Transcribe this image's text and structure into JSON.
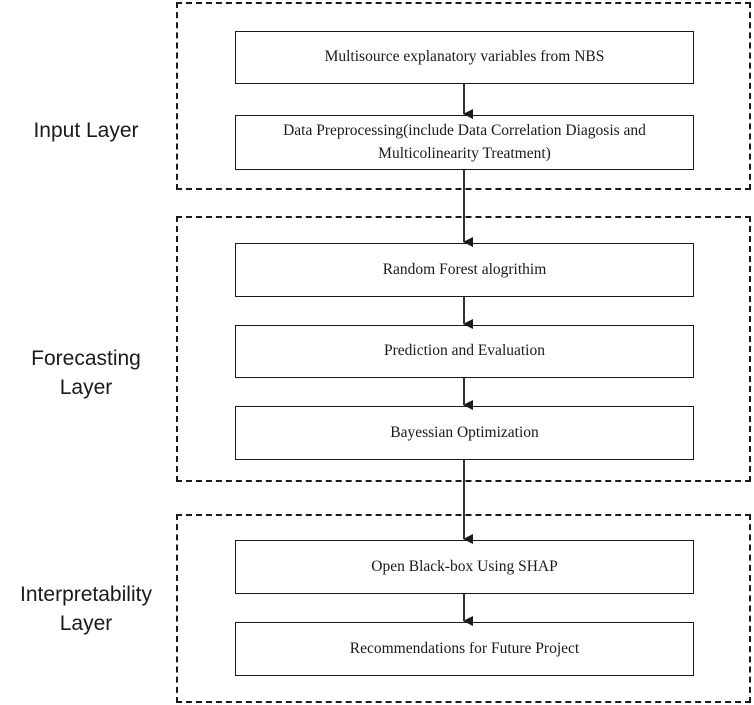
{
  "layers": {
    "input": {
      "label": "Input Layer"
    },
    "forecasting": {
      "label": "Forecasting\nLayer"
    },
    "interpretability": {
      "label": "Interpretability\nLayer"
    }
  },
  "steps": {
    "multisource": "Multisource explanatory variables from NBS",
    "preprocessing": "Data Preprocessing(include Data Correlation Diagosis and\nMulticolinearity Treatment)",
    "random_forest": "Random Forest alogrithim",
    "prediction": "Prediction and Evaluation",
    "bayesian": "Bayessian Optimization",
    "shap": "Open Black-box Using SHAP",
    "recommendations": "Recommendations for Future Project"
  }
}
